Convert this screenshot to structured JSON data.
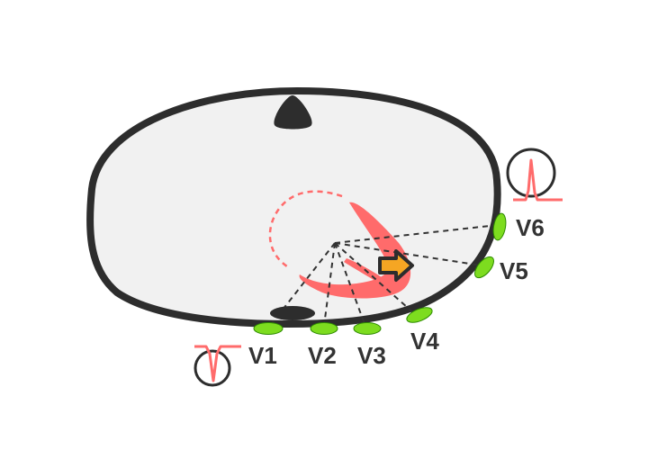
{
  "colors": {
    "torso_fill": "#f1f1f1",
    "outline": "#2d2d2d",
    "heart": "#ff6b6b",
    "electrode": "#7ddc1f",
    "arrow": "#f5a623",
    "ecg_trace": "#ff6b6b"
  },
  "icons": {
    "spine": "spine-triangle-icon",
    "sternum": "sternum-ellipse-icon",
    "vector": "depolarization-arrow-icon",
    "positive_complex": "upright-qrs-icon",
    "negative_complex": "inverted-qrs-icon"
  },
  "leads": [
    {
      "id": "v1",
      "label": "V1"
    },
    {
      "id": "v2",
      "label": "V2"
    },
    {
      "id": "v3",
      "label": "V3"
    },
    {
      "id": "v4",
      "label": "V4"
    },
    {
      "id": "v5",
      "label": "V5"
    },
    {
      "id": "v6",
      "label": "V6"
    }
  ]
}
